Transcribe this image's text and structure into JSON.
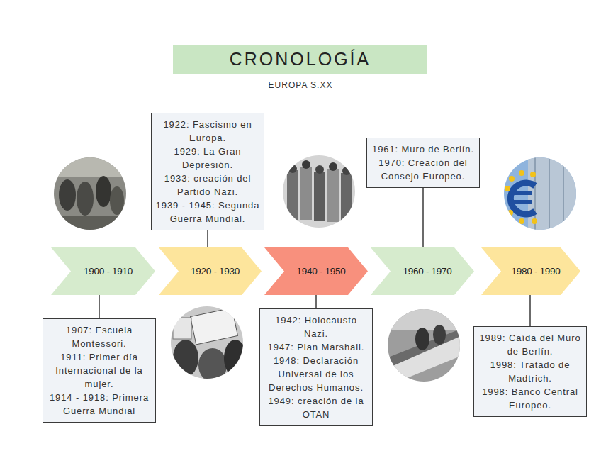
{
  "diagram": {
    "title": "CRONOLOGÍA",
    "nodes": [
      {
        "text": [
          "1900 - 1910"
        ]
      },
      {
        "text": [
          "1920 - 1930"
        ]
      },
      {
        "text": [
          "1940 - 1950"
        ]
      },
      {
        "text": [
          "1960 - 1970"
        ]
      },
      {
        "text": [
          "1980 - 1990"
        ]
      },
      {
        "text": [
          "1907: Escuela Montessori.",
          "1911: Primer día Internacional de la mujer.",
          "1914 - 1918: Primera Guerra Mundial"
        ]
      },
      {
        "text": [
          "1922: Fascismo en Europa.",
          "1929: La Gran Depresión.",
          "1933: creación del Partido Nazi.",
          "1939 - 1945: Segunda Guerra Mundial."
        ]
      },
      {
        "text": [
          "1942: Holocausto Nazi.",
          "1947: Plan Marshall.",
          "1948: Declaración Universal de los Derechos Humanos.",
          "1949: creación de la OTAN"
        ]
      },
      {
        "text": [
          "1961: Muro de Berlín.",
          "1970: Creación del Consejo Europeo."
        ]
      },
      {
        "text": [
          "1989: Caída del Muro de Berlín.",
          "1998: Tratado de Madtrich.",
          "1998: Banco Central Europeo."
        ]
      }
    ],
    "edges": [
      {
        "from": 5,
        "to": 0,
        "arrow": "none"
      },
      {
        "from": 6,
        "to": 1,
        "arrow": "none"
      },
      {
        "from": 7,
        "to": 2,
        "arrow": "none"
      },
      {
        "from": 8,
        "to": 3,
        "arrow": "none"
      },
      {
        "from": 9,
        "to": 4,
        "arrow": "none"
      }
    ],
    "labels": [
      "EUROPA S.XX"
    ]
  }
}
